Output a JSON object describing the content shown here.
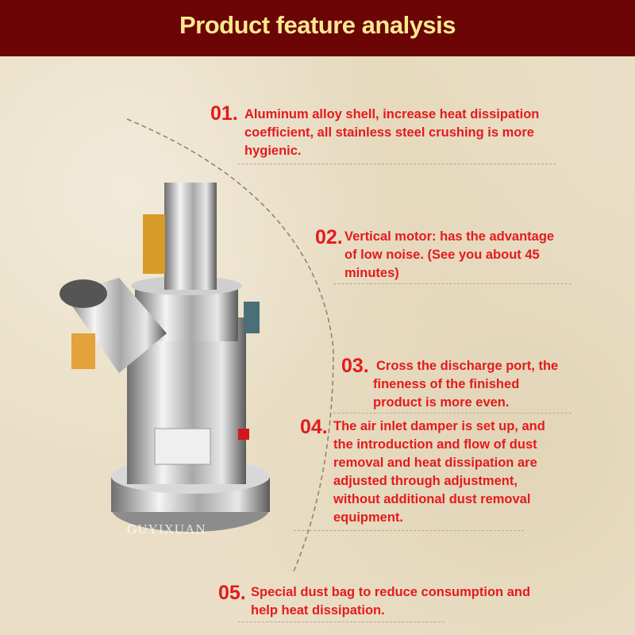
{
  "header": {
    "title": "Product feature analysis"
  },
  "features": [
    {
      "number": "01.",
      "lines": [
        "Aluminum alloy shell, increase heat dissipation",
        "coefficient, all stainless steel crushing is more",
        "hygienic."
      ]
    },
    {
      "number": "02.",
      "lines": [
        "Vertical motor: has the advantage",
        "of low noise. (See you about 45",
        "minutes)"
      ]
    },
    {
      "number": "03.",
      "lines": [
        "Cross the discharge port, the",
        "fineness of the finished",
        "product is more even."
      ]
    },
    {
      "number": "04.",
      "lines": [
        "The air inlet damper is set up, and",
        "the introduction and flow of dust",
        "removal and heat dissipation are",
        "adjusted through adjustment,",
        "without additional dust removal",
        "equipment."
      ]
    },
    {
      "number": "05.",
      "lines": [
        "Special dust bag to reduce consumption and",
        "help heat dissipation."
      ]
    }
  ],
  "watermark": "GUYIXUAN",
  "colors": {
    "header_bg": "#6b0506",
    "title": "#fbe98f",
    "feature_text": "#e51a1d"
  }
}
